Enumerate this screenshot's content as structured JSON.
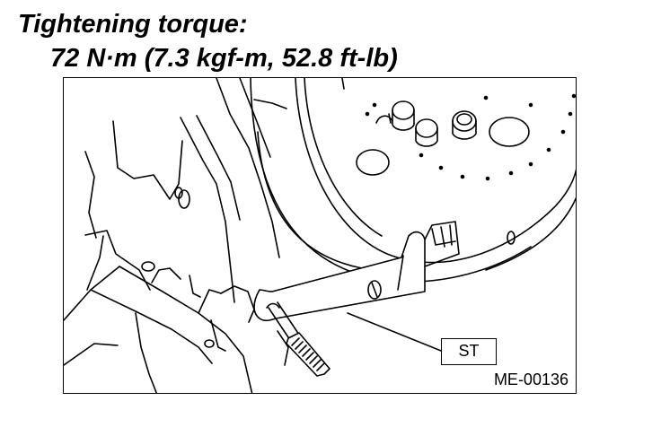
{
  "spec": {
    "title": "Tightening torque:",
    "value": "72 N·m (7.3 kgf-m, 52.8 ft-lb)"
  },
  "figure": {
    "tool_label": "ST",
    "figure_code": "ME-00136"
  },
  "colors": {
    "line": "#000000",
    "background": "#ffffff"
  }
}
